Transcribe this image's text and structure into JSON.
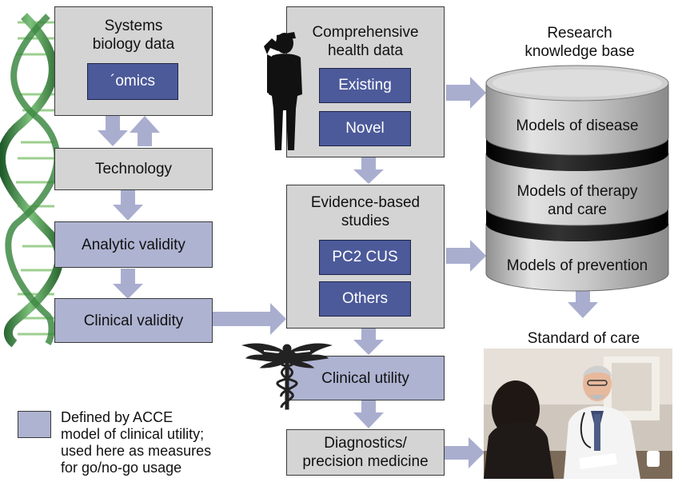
{
  "left_column": {
    "systems_biology": "Systems\nbiology data",
    "omics": "´omics",
    "technology": "Technology",
    "analytic_validity": "Analytic validity",
    "clinical_validity": "Clinical validity"
  },
  "middle_column": {
    "health_data": "Comprehensive\nhealth data",
    "existing": "Existing",
    "novel": "Novel",
    "evidence_studies": "Evidence-based\nstudies",
    "pc2cus": "PC2 CUS",
    "others": "Others",
    "clinical_utility": "Clinical utility",
    "diagnostics": "Diagnostics/\nprecision medicine"
  },
  "right_column": {
    "knowledge_base_title": "Research\nknowledge base",
    "models_disease": "Models of disease",
    "models_therapy": "Models of therapy\nand care",
    "models_prevention": "Models of prevention",
    "standard_of_care": "Standard of care"
  },
  "legend": {
    "text": "Defined by ACCE\nmodel of clinical utility;\nused here as measures\nfor go/no-go usage"
  },
  "colors": {
    "gray_box": "#d4d4d4",
    "lavender_box": "#aeb3d1",
    "inner_box": "#4c5a9a",
    "arrow": "#a9aecf",
    "cylinder_band": "#1a1a1a"
  },
  "icons": [
    "dna-helix-icon",
    "saluting-soldier-icon",
    "caduceus-icon",
    "doctor-photo"
  ]
}
